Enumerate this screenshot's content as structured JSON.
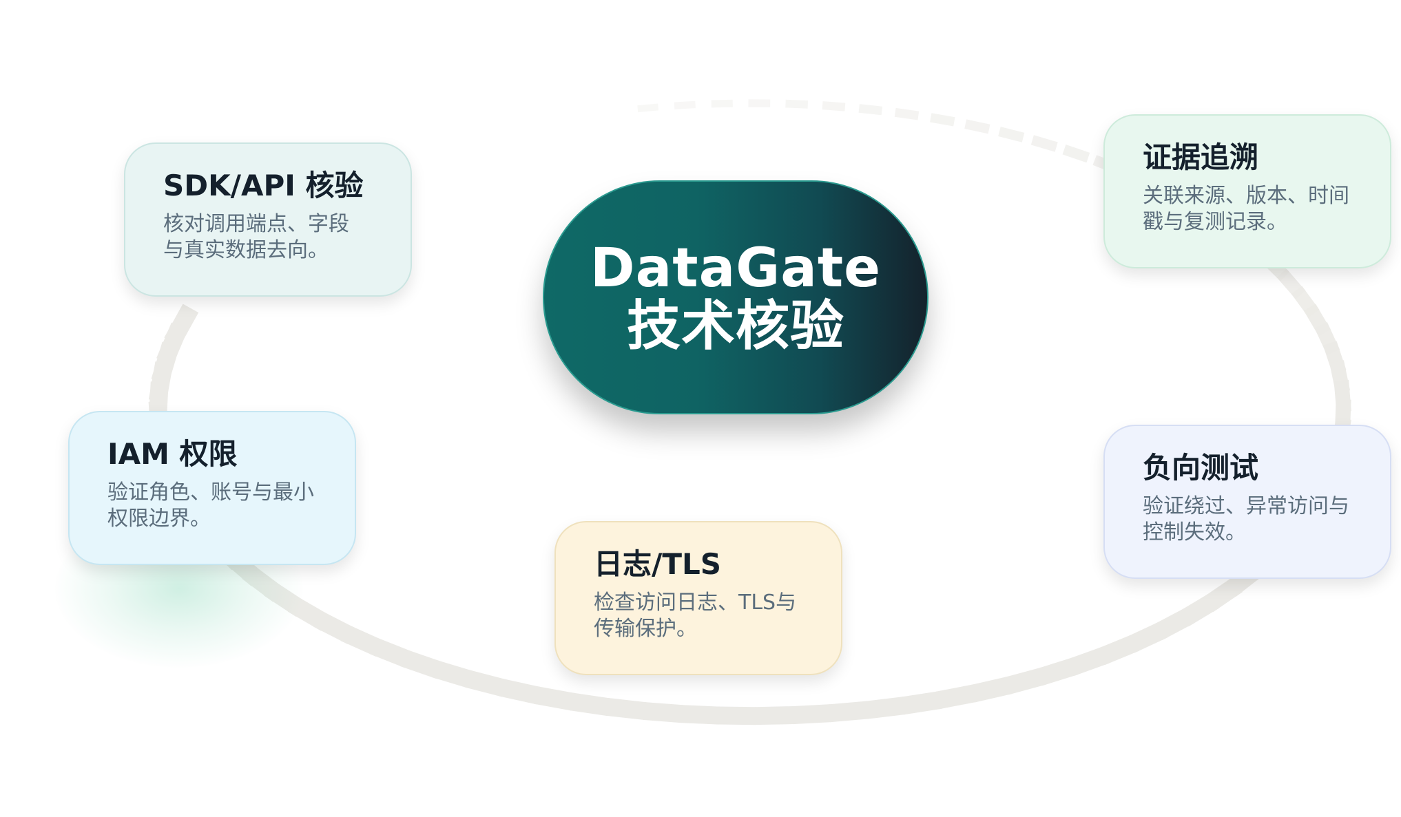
{
  "hub": {
    "title_line1": "DataGate",
    "title_line2": "技术核验"
  },
  "nodes": [
    {
      "title": "SDK/API 核验",
      "desc_line1": "核对调用端点、字段",
      "desc_line2": "与真实数据去向。",
      "bg": "#e8f4f3"
    },
    {
      "title": "IAM 权限",
      "desc_line1": "验证角色、账号与最小",
      "desc_line2": "权限边界。",
      "bg": "#e6f6fc"
    },
    {
      "title": "日志/TLS",
      "desc_line1": "检查访问日志、TLS与",
      "desc_line2": "传输保护。",
      "bg": "#fdf3dd"
    },
    {
      "title": "证据追溯",
      "desc_line1": "关联来源、版本、时间",
      "desc_line2": "戳与复测记录。",
      "bg": "#e8f7ef"
    },
    {
      "title": "负向测试",
      "desc_line1": "验证绕过、异常访问与",
      "desc_line2": "控制失效。",
      "bg": "#eff3fd"
    }
  ],
  "colors": {
    "hub_gradient_start": "#0f6966",
    "hub_gradient_end": "#14222c",
    "ring_dash": "#ebeae6",
    "title_text": "#14202c",
    "desc_text": "#5b6d7c"
  }
}
